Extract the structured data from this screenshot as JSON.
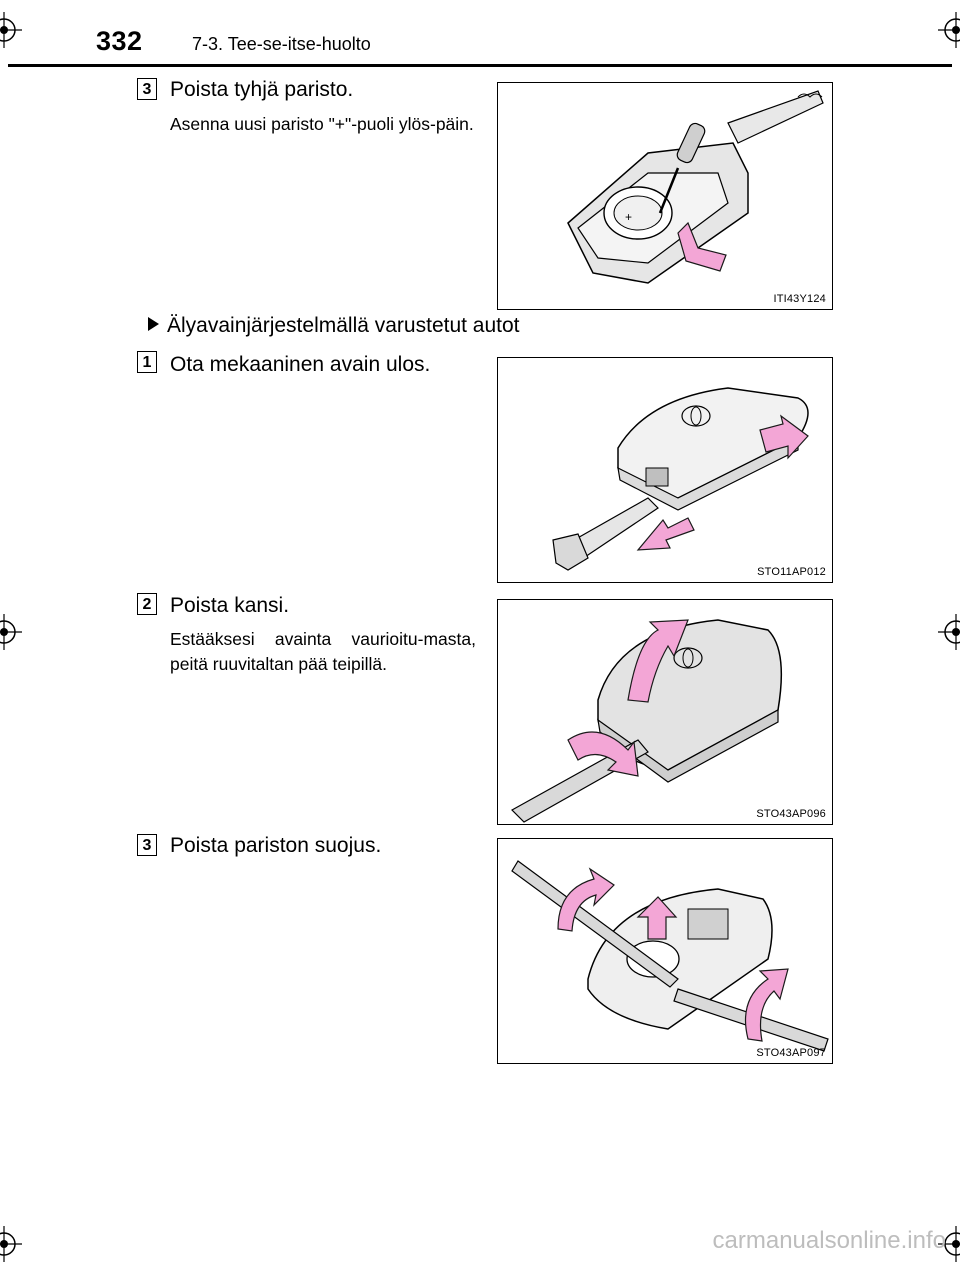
{
  "header": {
    "page_number": "332",
    "section": "7-3. Tee-se-itse-huolto"
  },
  "steps": [
    {
      "number": "3",
      "title": "Poista tyhjä paristo.",
      "note": "Asenna uusi paristo \"+\"-puoli ylös-päin.",
      "figure_code": "ITI43Y124"
    },
    {
      "number": "1",
      "title": "Ota mekaaninen avain ulos.",
      "note": "",
      "figure_code": "STO11AP012"
    },
    {
      "number": "2",
      "title": "Poista kansi.",
      "note": "Estääksesi avainta vaurioitu-masta, peitä ruuvitaltan pää teipillä.",
      "figure_code": "STO43AP096"
    },
    {
      "number": "3",
      "title": "Poista pariston suojus.",
      "note": "",
      "figure_code": "STO43AP097"
    }
  ],
  "bullet_heading": "Älyavainjärjestelmällä varustetut autot",
  "watermark": "carmanualsonline.info",
  "colors": {
    "arrow_pink": "#f3a6d6",
    "arrow_outline": "#1a1a1a",
    "key_gray": "#d9d9d9"
  }
}
